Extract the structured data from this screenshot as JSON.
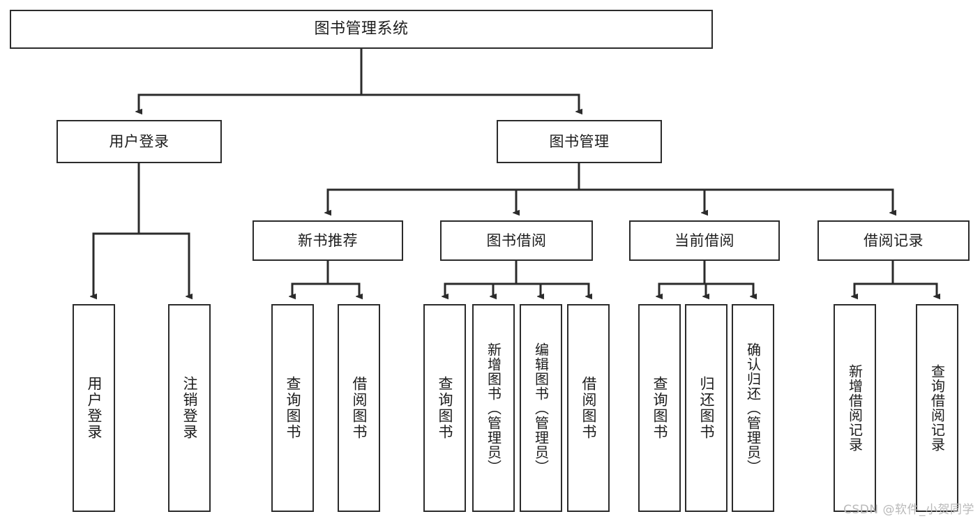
{
  "diagram": {
    "title": "图书管理系统",
    "type": "tree-hierarchy",
    "root": {
      "label": "图书管理系统"
    },
    "level1": [
      {
        "label": "用户登录"
      },
      {
        "label": "图书管理"
      }
    ],
    "level2": [
      {
        "label": "新书推荐"
      },
      {
        "label": "图书借阅"
      },
      {
        "label": "当前借阅"
      },
      {
        "label": "借阅记录"
      }
    ],
    "leaves": {
      "user_login": [
        {
          "label": "用户登录"
        },
        {
          "label": "注销登录"
        }
      ],
      "new_book_recommend": [
        {
          "label": "查询图书"
        },
        {
          "label": "借阅图书"
        }
      ],
      "book_borrow": [
        {
          "label": "查询图书"
        },
        {
          "label": "新增图书（管理员）"
        },
        {
          "label": "编辑图书（管理员）"
        },
        {
          "label": "借阅图书"
        }
      ],
      "current_borrow": [
        {
          "label": "查询图书"
        },
        {
          "label": "归还图书"
        },
        {
          "label": "确认归还（管理员）"
        }
      ],
      "borrow_records": [
        {
          "label": "新增借阅记录"
        },
        {
          "label": "查询借阅记录"
        }
      ]
    }
  },
  "watermark": {
    "text": "CSDN @软件_小贺同学"
  },
  "colors": {
    "stroke": "#2b2b2b",
    "box_fill": "#ffffff",
    "text": "#1c1c1c",
    "watermark": "#b9b9b9",
    "background": "#ffffff"
  }
}
